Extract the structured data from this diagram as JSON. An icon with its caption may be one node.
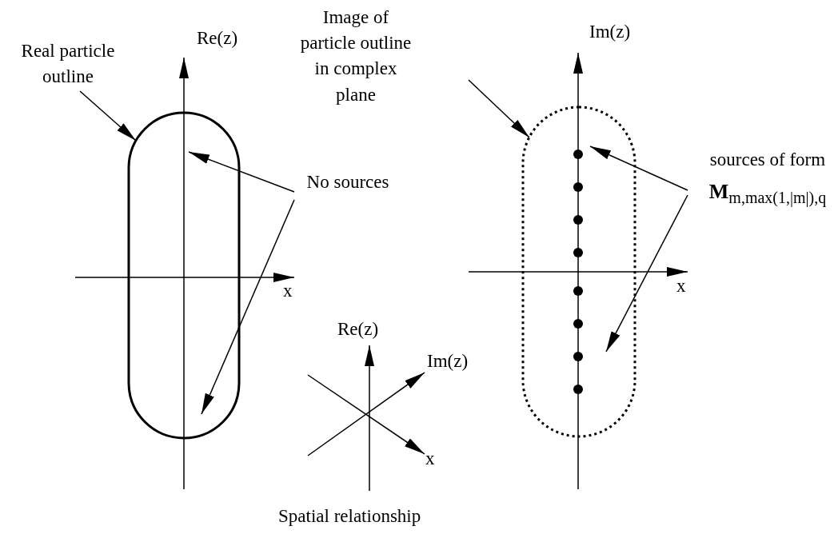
{
  "diagram": {
    "nodes": [
      {
        "text": [
          "Real particle outline"
        ]
      },
      {
        "text": [],
        "shape": "capsule"
      },
      {
        "text": [
          "No sources"
        ]
      },
      {
        "text": [
          "Image of particle outline in complex plane"
        ]
      },
      {
        "text": [],
        "shape": "capsule"
      },
      {
        "text": [
          "sources of form",
          "**M**$_{m,max(1,|m|),q}$"
        ]
      }
    ],
    "edges": [
      {
        "from": 0,
        "to": 1,
        "arrow": "to"
      },
      {
        "from": 2,
        "to": 1,
        "arrow": "to"
      },
      {
        "from": 2,
        "to": 1,
        "arrow": "to"
      },
      {
        "from": 3,
        "to": 4,
        "arrow": "to"
      },
      {
        "from": 5,
        "to": 4,
        "arrow": "to"
      },
      {
        "from": 5,
        "to": 4,
        "arrow": "to"
      }
    ],
    "labels": [
      "Re(z)",
      "Im(z)",
      "x",
      "x",
      "Re(z)",
      "Im(z)",
      "x",
      "Spatial relationship"
    ]
  }
}
